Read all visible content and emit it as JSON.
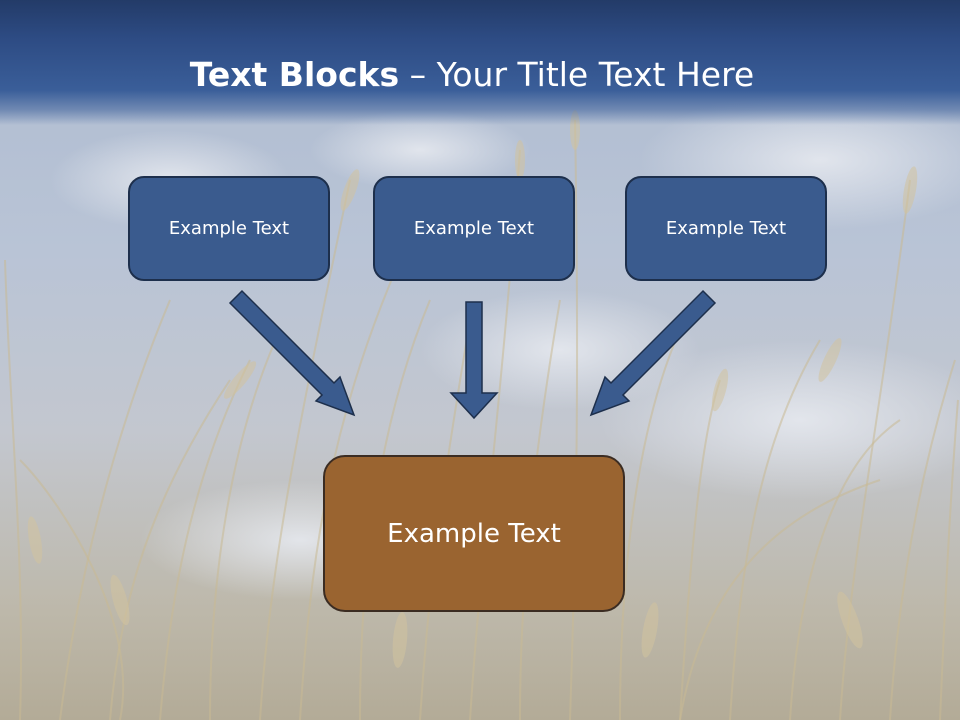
{
  "slide": {
    "title_bold": "Text Blocks",
    "title_dash": " – ",
    "title_rest": "Your Title Text Here",
    "top_boxes": [
      {
        "label": "Example Text"
      },
      {
        "label": "Example Text"
      },
      {
        "label": "Example Text"
      }
    ],
    "bottom_box": {
      "label": "Example Text"
    }
  },
  "colors": {
    "title_band": "#2d4b83",
    "box_fill": "#3a5b8e",
    "box_border": "#1d2f4c",
    "bottom_box_fill": "#9a6430",
    "bottom_box_border": "#3b2c22",
    "arrow_fill": "#3a5b8e",
    "arrow_stroke": "#1d2f4c",
    "text": "#ffffff"
  },
  "background": {
    "icon": "wheat-field-sky-photo"
  }
}
